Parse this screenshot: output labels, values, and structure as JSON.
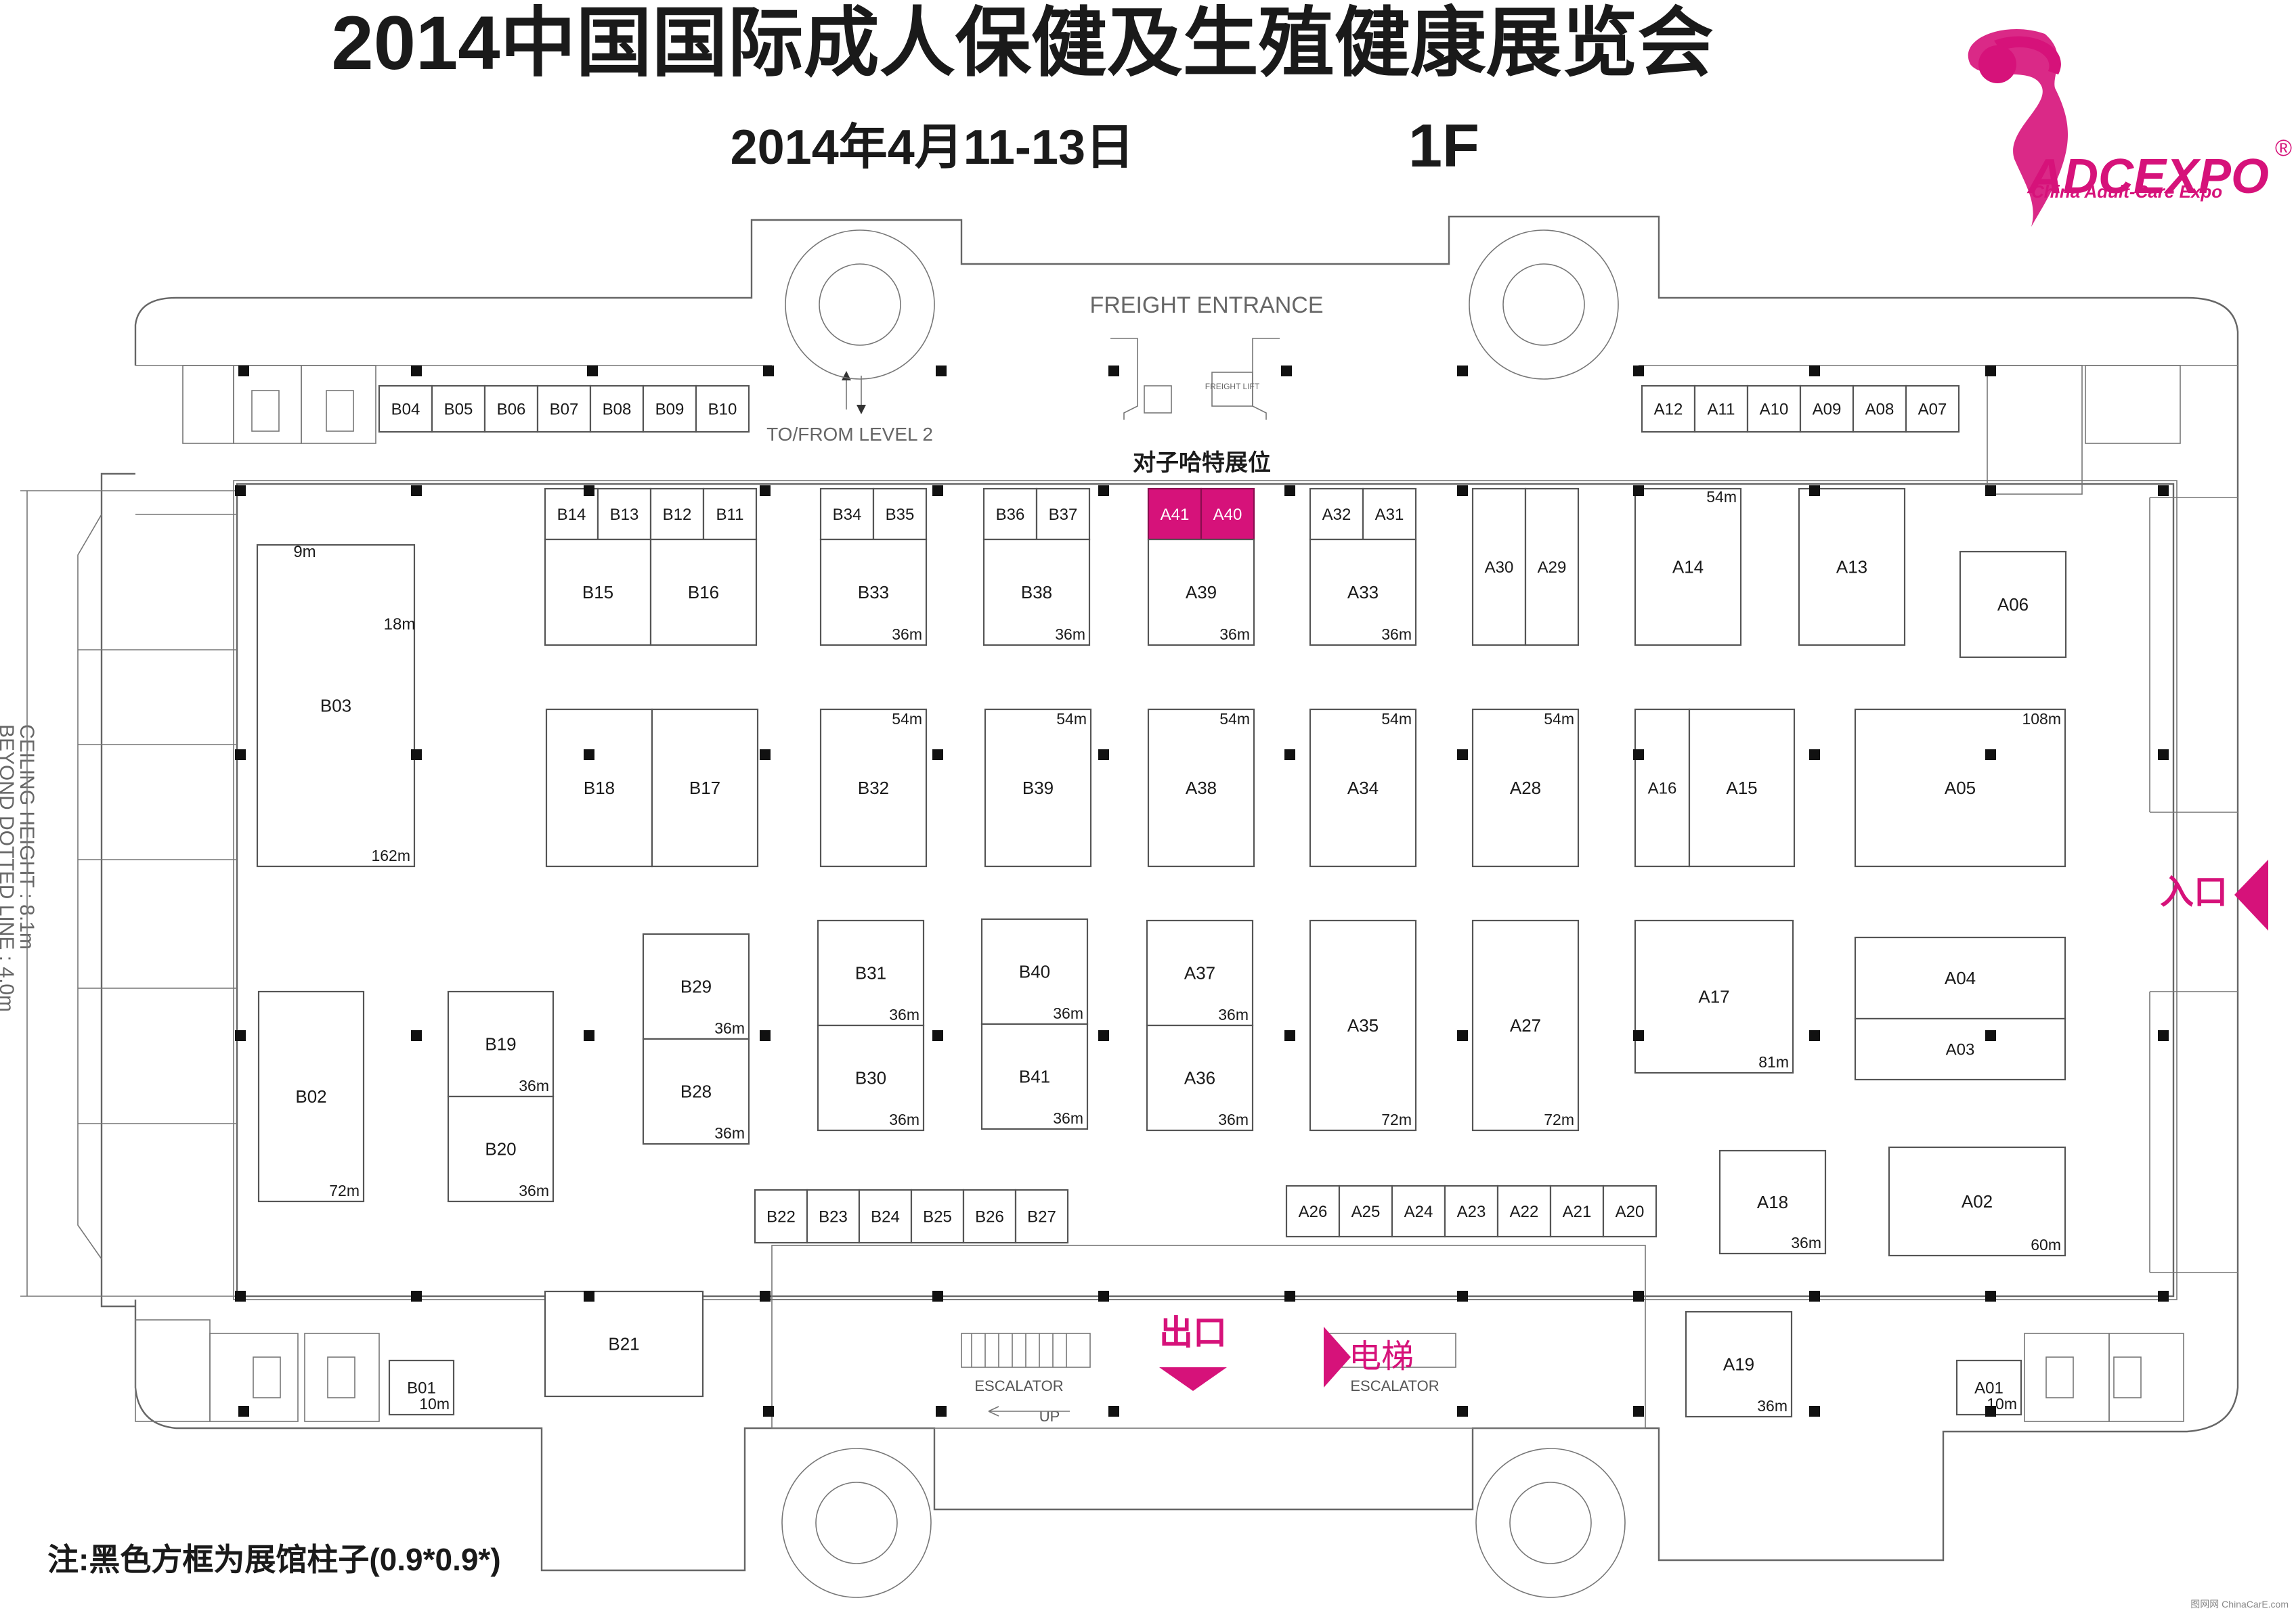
{
  "title": "2014中国国际成人保健及生殖健康展览会",
  "subtitle": "2014年4月11-13日",
  "floor": "1F",
  "logo": {
    "name": "ADCEXPO",
    "registered": "®",
    "tagline": "China Adult-Care Expo"
  },
  "note": "注:黑色方框为展馆柱子(0.9*0.9*)",
  "labels": {
    "freight_entrance": "FREIGHT ENTRANCE",
    "freight_lift": "FREIGHT LIFT",
    "to_from_level2": "TO/FROM LEVEL 2",
    "highlight_caption": "对子哈特展位",
    "entrance": "入口",
    "exit": "出口",
    "elevator": "电梯",
    "escalator_left": "ESCALATOR",
    "escalator_right": "ESCALATOR",
    "up": "UP",
    "ceiling_line1": "CEILING HEIGHT : 8.1m",
    "ceiling_line2": "BEYOND DOTTED LINE : 4.0m",
    "watermark": "图网网 ChinaCarE.com"
  },
  "booths": [
    {
      "id": "B04"
    },
    {
      "id": "B05"
    },
    {
      "id": "B06"
    },
    {
      "id": "B07"
    },
    {
      "id": "B08"
    },
    {
      "id": "B09"
    },
    {
      "id": "B10"
    },
    {
      "id": "A12"
    },
    {
      "id": "A11"
    },
    {
      "id": "A10"
    },
    {
      "id": "A09"
    },
    {
      "id": "A08"
    },
    {
      "id": "A07"
    },
    {
      "id": "B14"
    },
    {
      "id": "B13"
    },
    {
      "id": "B12"
    },
    {
      "id": "B11"
    },
    {
      "id": "B15"
    },
    {
      "id": "B16"
    },
    {
      "id": "B34"
    },
    {
      "id": "B35"
    },
    {
      "id": "B33",
      "size": "36m"
    },
    {
      "id": "B36"
    },
    {
      "id": "B37"
    },
    {
      "id": "B38",
      "size": "36m"
    },
    {
      "id": "A41",
      "highlight": true
    },
    {
      "id": "A40",
      "highlight": true
    },
    {
      "id": "A39",
      "size": "36m"
    },
    {
      "id": "A32"
    },
    {
      "id": "A31"
    },
    {
      "id": "A33",
      "size": "36m"
    },
    {
      "id": "A30"
    },
    {
      "id": "A29"
    },
    {
      "id": "A14",
      "size": "54m"
    },
    {
      "id": "A13"
    },
    {
      "id": "A06"
    },
    {
      "id": "B03",
      "size": "162m",
      "dims": [
        "9m",
        "18m"
      ]
    },
    {
      "id": "B18"
    },
    {
      "id": "B17"
    },
    {
      "id": "B32",
      "size": "54m"
    },
    {
      "id": "B39",
      "size": "54m"
    },
    {
      "id": "A38",
      "size": "54m"
    },
    {
      "id": "A34",
      "size": "54m"
    },
    {
      "id": "A28",
      "size": "54m"
    },
    {
      "id": "A16"
    },
    {
      "id": "A15"
    },
    {
      "id": "A05",
      "size": "108m"
    },
    {
      "id": "B29",
      "size": "36m"
    },
    {
      "id": "B28",
      "size": "36m"
    },
    {
      "id": "B31",
      "size": "36m"
    },
    {
      "id": "B30",
      "size": "36m"
    },
    {
      "id": "B40",
      "size": "36m"
    },
    {
      "id": "B41",
      "size": "36m"
    },
    {
      "id": "A37",
      "size": "36m"
    },
    {
      "id": "A36",
      "size": "36m"
    },
    {
      "id": "A35",
      "size": "72m"
    },
    {
      "id": "A27",
      "size": "72m"
    },
    {
      "id": "A17",
      "size": "81m"
    },
    {
      "id": "A04"
    },
    {
      "id": "A03"
    },
    {
      "id": "B02",
      "size": "72m"
    },
    {
      "id": "B19",
      "size": "36m"
    },
    {
      "id": "B20",
      "size": "36m"
    },
    {
      "id": "B22"
    },
    {
      "id": "B23"
    },
    {
      "id": "B24"
    },
    {
      "id": "B25"
    },
    {
      "id": "B26"
    },
    {
      "id": "B27"
    },
    {
      "id": "A26"
    },
    {
      "id": "A25"
    },
    {
      "id": "A24"
    },
    {
      "id": "A23"
    },
    {
      "id": "A22"
    },
    {
      "id": "A21"
    },
    {
      "id": "A20"
    },
    {
      "id": "A18",
      "size": "36m"
    },
    {
      "id": "A02",
      "size": "60m"
    },
    {
      "id": "B21"
    },
    {
      "id": "B01",
      "size": "10m"
    },
    {
      "id": "A19",
      "size": "36m"
    },
    {
      "id": "A01",
      "size": "10m"
    }
  ]
}
